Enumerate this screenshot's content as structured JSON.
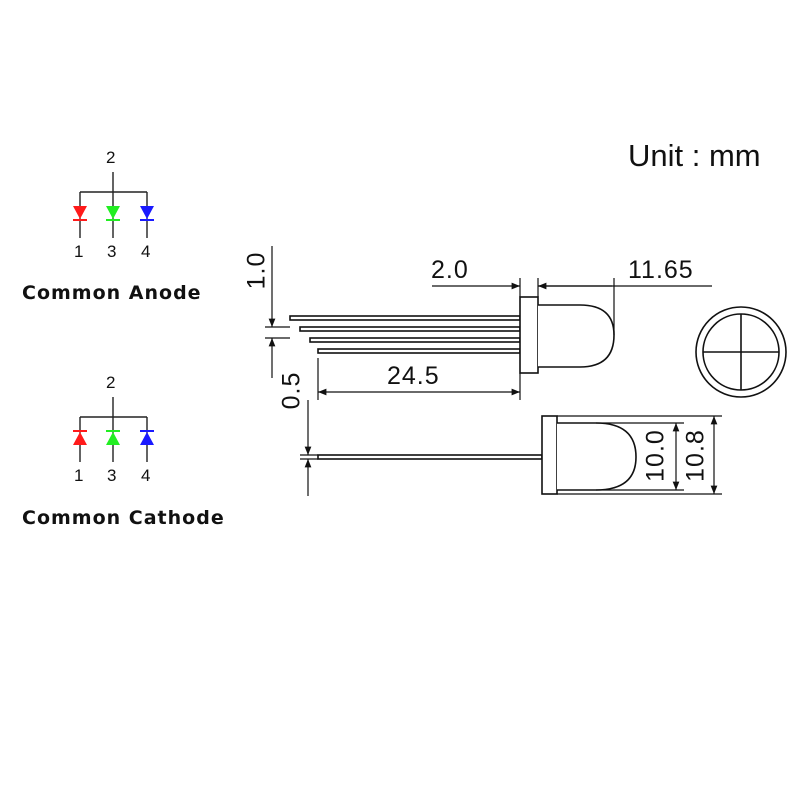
{
  "unit_label": "Unit : mm",
  "schematics": [
    {
      "title": "Common Anode",
      "common_pin": "2",
      "pins": [
        "1",
        "3",
        "4"
      ],
      "led_colors": [
        "#ff1a1a",
        "#22ee22",
        "#1a1aff"
      ]
    },
    {
      "title": "Common Cathode",
      "common_pin": "2",
      "pins": [
        "1",
        "3",
        "4"
      ],
      "led_colors": [
        "#ff1a1a",
        "#22ee22",
        "#1a1aff"
      ]
    }
  ],
  "dimensions": {
    "lead_spacing": "1.0",
    "lead_width": "0.5",
    "lead_length": "24.5",
    "flange_thickness": "2.0",
    "body_length": "11.65",
    "body_diameter": "10.0",
    "flange_diameter": "10.8"
  }
}
